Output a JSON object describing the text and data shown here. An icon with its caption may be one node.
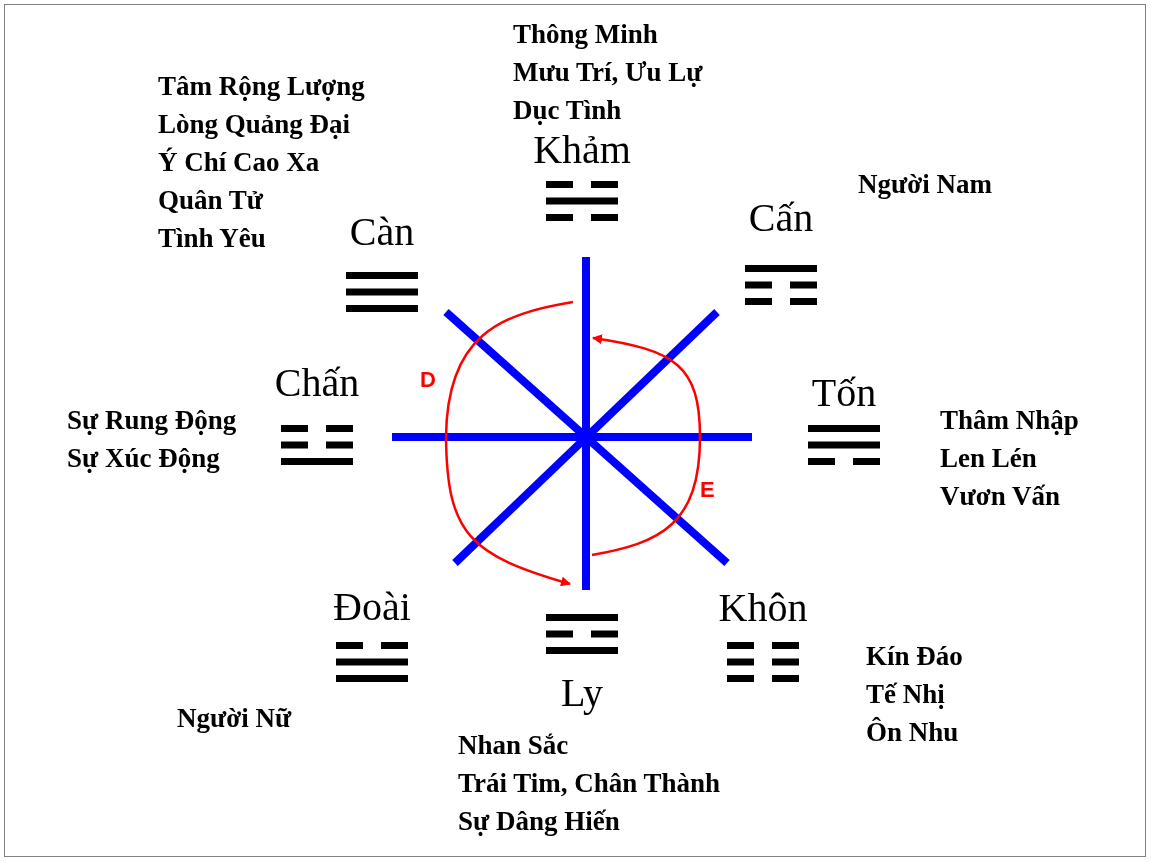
{
  "diagram": {
    "nodes": [
      {
        "text": [
          "Càn"
        ],
        "beside": [
          "Tâm Rộng Lượng",
          "Lòng Quảng Đại",
          "Ý Chí Cao Xa",
          "Quân Tử",
          "Tình Yêu"
        ]
      },
      {
        "text": [
          "Khảm"
        ],
        "beside": [
          "Thông Minh",
          "Mưu Trí, Ưu Lự",
          "Dục Tình"
        ]
      },
      {
        "text": [
          "Cấn"
        ],
        "beside": [
          "Người Nam"
        ]
      },
      {
        "text": [
          "Chấn"
        ],
        "beside": [
          "Sự Rung Động",
          "Sự Xúc Động"
        ]
      },
      {
        "text": [
          "Tốn"
        ],
        "beside": [
          "Thâm Nhập",
          "Len Lén",
          "Vươn Vấn"
        ]
      },
      {
        "text": [
          "Đoài"
        ],
        "beside": [
          "Người Nữ"
        ]
      },
      {
        "text": [
          "Ly"
        ],
        "beside": [
          "Nhan Sắc",
          "Trái Tim, Chân Thành",
          "Sự Dâng Hiến"
        ]
      },
      {
        "text": [
          "Khôn"
        ],
        "beside": [
          "Kín Đáo",
          "Tế Nhị",
          "Ôn Nhu"
        ]
      }
    ],
    "labels": [
      "D",
      "E"
    ]
  }
}
